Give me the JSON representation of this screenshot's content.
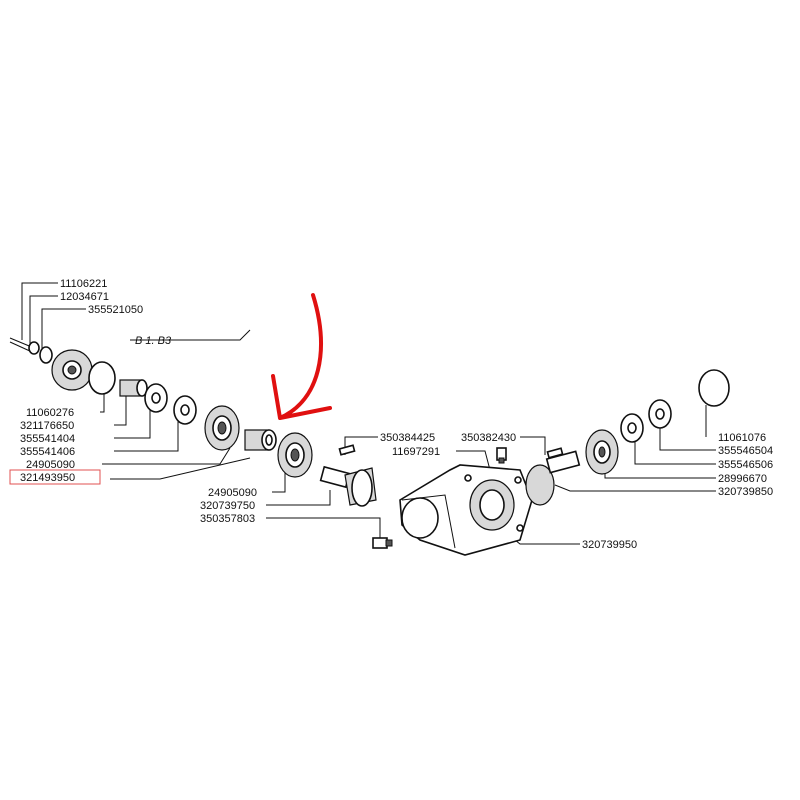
{
  "diagram": {
    "section_label": "B 1. B3",
    "highlight_color": "#e05050",
    "arrow_color": "#e01010",
    "parts": {
      "p11106221": "11106221",
      "p12034671": "12034671",
      "p355521050": "355521050",
      "p11060276": "11060276",
      "p321176650": "321176650",
      "p355541404": "355541404",
      "p355541406": "355541406",
      "p24905090a": "24905090",
      "p321493950": "321493950",
      "p24905090b": "24905090",
      "p320739750": "320739750",
      "p350357803": "350357803",
      "p350384425": "350384425",
      "p11697291": "11697291",
      "p350382430": "350382430",
      "p11061076": "11061076",
      "p355546504": "355546504",
      "p355546506": "355546506",
      "p28996670": "28996670",
      "p320739850": "320739850",
      "p320739950": "320739950"
    }
  }
}
